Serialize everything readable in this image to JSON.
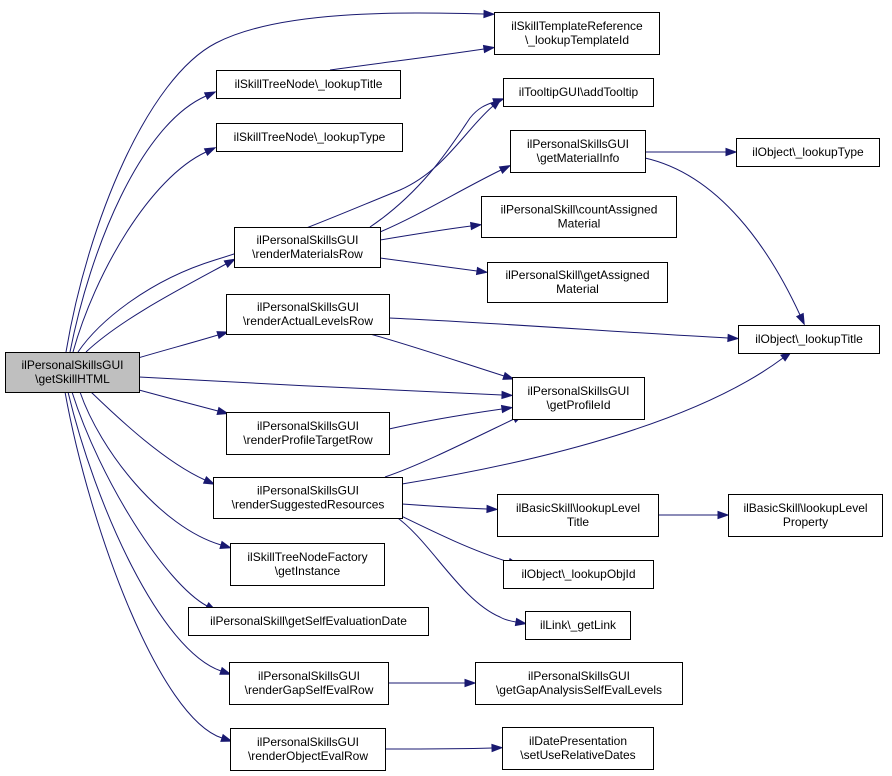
{
  "diagram": {
    "title": "",
    "edge_color": "#191970",
    "root_fill": "#bfbfbf",
    "node_fill": "#ffffff",
    "nodes": [
      {
        "id": "getSkillHTML",
        "lines": [
          "ilPersonalSkillsGUI",
          "\\getSkillHTML"
        ],
        "root": true
      },
      {
        "id": "lookupTemplateId",
        "lines": [
          "ilSkillTemplateReference",
          "\\_lookupTemplateId"
        ]
      },
      {
        "id": "stnLookupTitle",
        "lines": [
          "ilSkillTreeNode\\_lookupTitle"
        ]
      },
      {
        "id": "stnLookupType",
        "lines": [
          "ilSkillTreeNode\\_lookupType"
        ]
      },
      {
        "id": "addTooltip",
        "lines": [
          "ilTooltipGUI\\addTooltip"
        ]
      },
      {
        "id": "getMaterialInfo",
        "lines": [
          "ilPersonalSkillsGUI",
          "\\getMaterialInfo"
        ]
      },
      {
        "id": "objLookupType",
        "lines": [
          "ilObject\\_lookupType"
        ]
      },
      {
        "id": "countAssignedMaterial",
        "lines": [
          "ilPersonalSkill\\countAssigned",
          "Material"
        ]
      },
      {
        "id": "renderMaterialsRow",
        "lines": [
          "ilPersonalSkillsGUI",
          "\\renderMaterialsRow"
        ]
      },
      {
        "id": "getAssignedMaterial",
        "lines": [
          "ilPersonalSkill\\getAssigned",
          "Material"
        ]
      },
      {
        "id": "renderActualLevelsRow",
        "lines": [
          "ilPersonalSkillsGUI",
          "\\renderActualLevelsRow"
        ]
      },
      {
        "id": "objLookupTitle",
        "lines": [
          "ilObject\\_lookupTitle"
        ]
      },
      {
        "id": "getProfileId",
        "lines": [
          "ilPersonalSkillsGUI",
          "\\getProfileId"
        ]
      },
      {
        "id": "renderProfileTargetRow",
        "lines": [
          "ilPersonalSkillsGUI",
          "\\renderProfileTargetRow"
        ]
      },
      {
        "id": "renderSuggestedResources",
        "lines": [
          "ilPersonalSkillsGUI",
          "\\renderSuggestedResources"
        ]
      },
      {
        "id": "lookupLevelTitle",
        "lines": [
          "ilBasicSkill\\lookupLevel",
          "Title"
        ]
      },
      {
        "id": "lookupLevelProperty",
        "lines": [
          "ilBasicSkill\\lookupLevel",
          "Property"
        ]
      },
      {
        "id": "getInstance",
        "lines": [
          "ilSkillTreeNodeFactory",
          "\\getInstance"
        ]
      },
      {
        "id": "lookupObjId",
        "lines": [
          "ilObject\\_lookupObjId"
        ]
      },
      {
        "id": "getSelfEvaluationDate",
        "lines": [
          "ilPersonalSkill\\getSelfEvaluationDate"
        ]
      },
      {
        "id": "getLink",
        "lines": [
          "ilLink\\_getLink"
        ]
      },
      {
        "id": "renderGapSelfEvalRow",
        "lines": [
          "ilPersonalSkillsGUI",
          "\\renderGapSelfEvalRow"
        ]
      },
      {
        "id": "getGapAnalysisSelfEvalLevels",
        "lines": [
          "ilPersonalSkillsGUI",
          "\\getGapAnalysisSelfEvalLevels"
        ]
      },
      {
        "id": "renderObjectEvalRow",
        "lines": [
          "ilPersonalSkillsGUI",
          "\\renderObjectEvalRow"
        ]
      },
      {
        "id": "setUseRelativeDates",
        "lines": [
          "ilDatePresentation",
          "\\setUseRelativeDates"
        ]
      }
    ],
    "edges": [
      [
        "getSkillHTML",
        "lookupTemplateId"
      ],
      [
        "getSkillHTML",
        "stnLookupTitle"
      ],
      [
        "getSkillHTML",
        "stnLookupType"
      ],
      [
        "getSkillHTML",
        "addTooltip"
      ],
      [
        "getSkillHTML",
        "renderMaterialsRow"
      ],
      [
        "getSkillHTML",
        "renderActualLevelsRow"
      ],
      [
        "getSkillHTML",
        "getProfileId"
      ],
      [
        "getSkillHTML",
        "renderProfileTargetRow"
      ],
      [
        "getSkillHTML",
        "renderSuggestedResources"
      ],
      [
        "getSkillHTML",
        "getInstance"
      ],
      [
        "getSkillHTML",
        "getSelfEvaluationDate"
      ],
      [
        "getSkillHTML",
        "renderGapSelfEvalRow"
      ],
      [
        "getSkillHTML",
        "renderObjectEvalRow"
      ],
      [
        "stnLookupTitle",
        "lookupTemplateId"
      ],
      [
        "renderMaterialsRow",
        "addTooltip"
      ],
      [
        "renderMaterialsRow",
        "getMaterialInfo"
      ],
      [
        "renderMaterialsRow",
        "countAssignedMaterial"
      ],
      [
        "renderMaterialsRow",
        "getAssignedMaterial"
      ],
      [
        "getMaterialInfo",
        "objLookupType"
      ],
      [
        "getMaterialInfo",
        "objLookupTitle"
      ],
      [
        "renderActualLevelsRow",
        "objLookupTitle"
      ],
      [
        "renderActualLevelsRow",
        "getProfileId"
      ],
      [
        "renderProfileTargetRow",
        "getProfileId"
      ],
      [
        "renderSuggestedResources",
        "getProfileId"
      ],
      [
        "renderSuggestedResources",
        "objLookupTitle"
      ],
      [
        "renderSuggestedResources",
        "lookupLevelTitle"
      ],
      [
        "renderSuggestedResources",
        "lookupObjId"
      ],
      [
        "renderSuggestedResources",
        "getLink"
      ],
      [
        "lookupLevelTitle",
        "lookupLevelProperty"
      ],
      [
        "renderGapSelfEvalRow",
        "getGapAnalysisSelfEvalLevels"
      ],
      [
        "renderObjectEvalRow",
        "setUseRelativeDates"
      ]
    ]
  }
}
